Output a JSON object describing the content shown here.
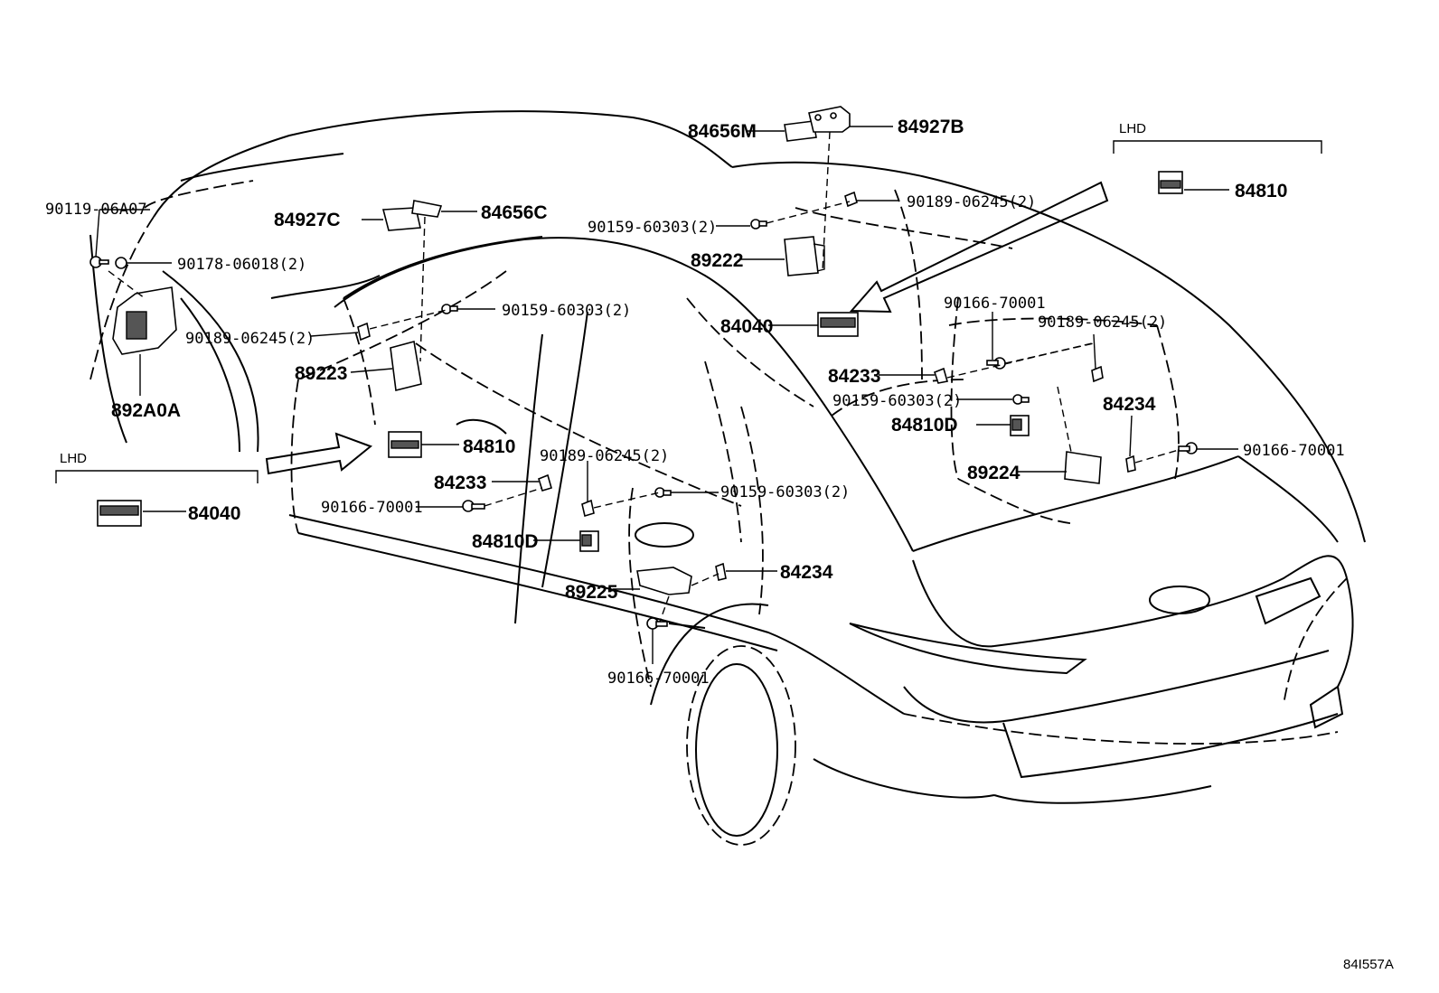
{
  "lhd_label": "LHD",
  "reference_code": "84I557A",
  "parts": {
    "p84656M": "84656M",
    "p84927B": "84927B",
    "p84810_right": "84810",
    "p90189_top": "90189-06245(2)",
    "p90159_top": "90159-60303(2)",
    "p89222": "89222",
    "p84927C": "84927C",
    "p84656C": "84656C",
    "p90119": "90119-06A07",
    "p90178": "90178-06018(2)",
    "p90189_left": "90189-06245(2)",
    "p90159_mid": "90159-60303(2)",
    "p892A0A": "892A0A",
    "p89223": "89223",
    "p84040_center": "84040",
    "p90166_right_top": "90166-70001",
    "p90189_right": "90189-06245(2)",
    "p84233_right": "84233",
    "p90159_right": "90159-60303(2)",
    "p84234_right": "84234",
    "p84810D_right": "84810D",
    "p89224": "89224",
    "p90166_right": "90166-70001",
    "p84810_left": "84810",
    "p84040_left": "84040",
    "p84233_left": "84233",
    "p90189_lower": "90189-06245(2)",
    "p90166_left": "90166-70001",
    "p90159_lower": "90159-60303(2)",
    "p84810D_left": "84810D",
    "p84234_lower": "84234",
    "p89225": "89225",
    "p90166_bottom": "90166-70001"
  }
}
